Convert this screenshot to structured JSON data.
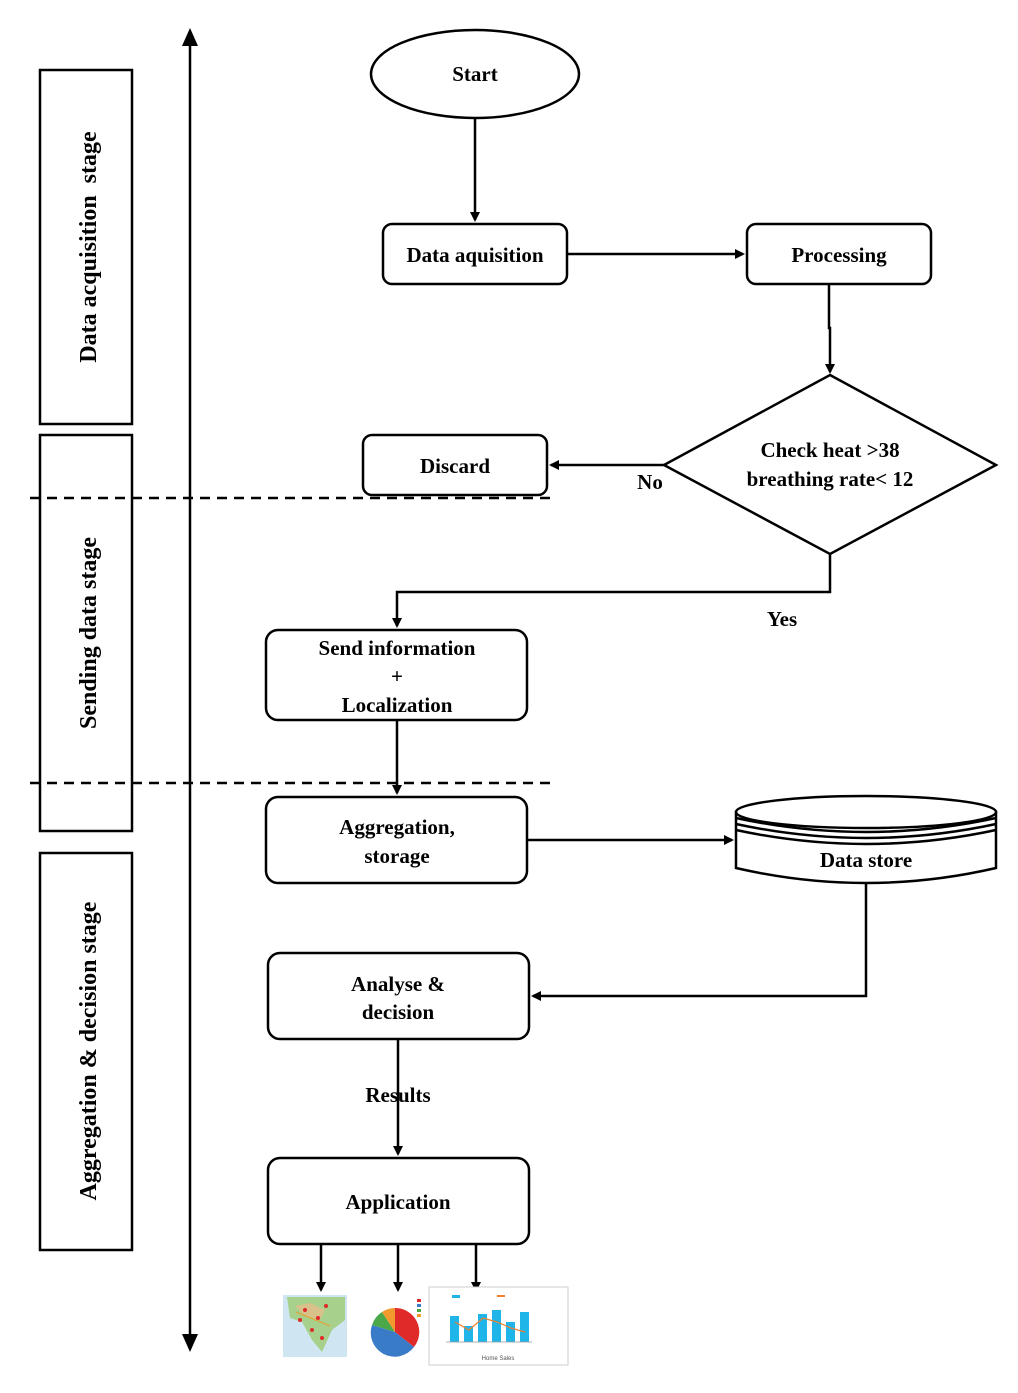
{
  "stages": {
    "acquisition": "Data acquisition  stage",
    "sending": "Sending data stage",
    "aggregation": "Aggregation & decision stage"
  },
  "nodes": {
    "start": "Start",
    "data_acquisition": "Data aquisition",
    "processing": "Processing",
    "check_line1": "Check heat >38",
    "check_line2": "breathing rate< 12",
    "discard": "Discard",
    "send_line1": "Send information",
    "send_line2": "+",
    "send_line3": "Localization",
    "aggregation_line1": "Aggregation,",
    "aggregation_line2": "storage",
    "data_store": "Data store",
    "analyse_line1": "Analyse &",
    "analyse_line2": "decision",
    "application": "Application"
  },
  "edges": {
    "no": "No",
    "yes": "Yes",
    "results": "Results"
  },
  "thumbnails": {
    "map_icon": "map-thumbnail",
    "pie_icon": "pie-chart-thumbnail",
    "chart_caption": "Home Sales"
  },
  "colors": {
    "map_green": "#a7d08c",
    "map_water": "#cfe6f2",
    "pie_red": "#e02a2a",
    "pie_blue": "#3a7bc8",
    "pie_green": "#4aa84a",
    "pie_orange": "#f29a2e",
    "bar_blue": "#1fb5e8",
    "line_orange": "#f08030"
  }
}
